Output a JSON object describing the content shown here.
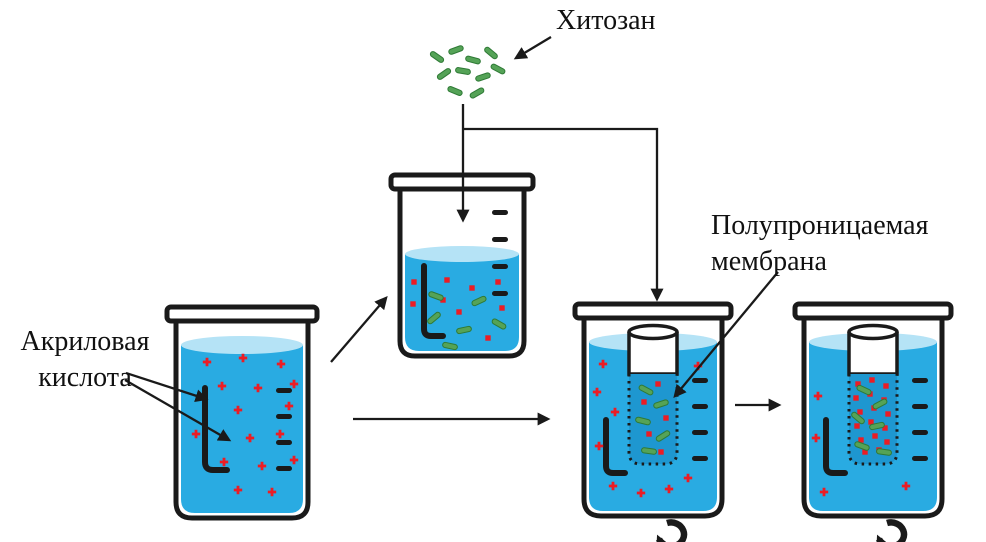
{
  "labels": {
    "chitosan": "Хитозан",
    "acrylic_line1": "Акриловая",
    "acrylic_line2": "кислота",
    "membrane_line1": "Полупроницаемая",
    "membrane_line2": "мембрана"
  },
  "colors": {
    "background": "#ffffff",
    "outline": "#1a1a1a",
    "liquid": "#29abe2",
    "liquid_surface": "#b5e3f6",
    "liquid_tube": "#1e97d0",
    "particle_red": "#ec1c24",
    "particle_green": "#55a357",
    "particle_green_dark": "#2f7a36"
  },
  "icons": {
    "stir": "curved-rotation-arrow",
    "flow": "straight-arrow-with-solid-head",
    "red_particle": "small-red-plus-or-square",
    "green_particle": "green-rounded-rod"
  }
}
